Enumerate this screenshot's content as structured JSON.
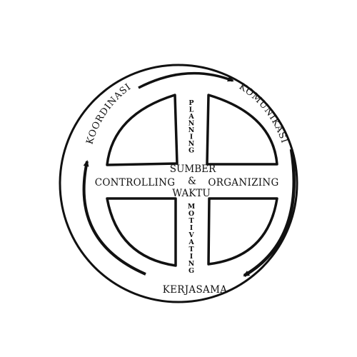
{
  "diagram": {
    "center": {
      "line1": "SUMBER",
      "line2": "&",
      "line3": "WAKTU"
    },
    "quadrant_labels": {
      "left": "CONTROLLING",
      "right": "ORGANIZING",
      "top": "PLANNING",
      "bottom": "MOTIVATING"
    },
    "ring_labels": {
      "top_left": "KOORDINASI",
      "top_right": "KOMUNIKASI",
      "bottom": "KERJASAMA"
    },
    "colors": {
      "stroke": "#111111",
      "background": "#ffffff"
    }
  }
}
